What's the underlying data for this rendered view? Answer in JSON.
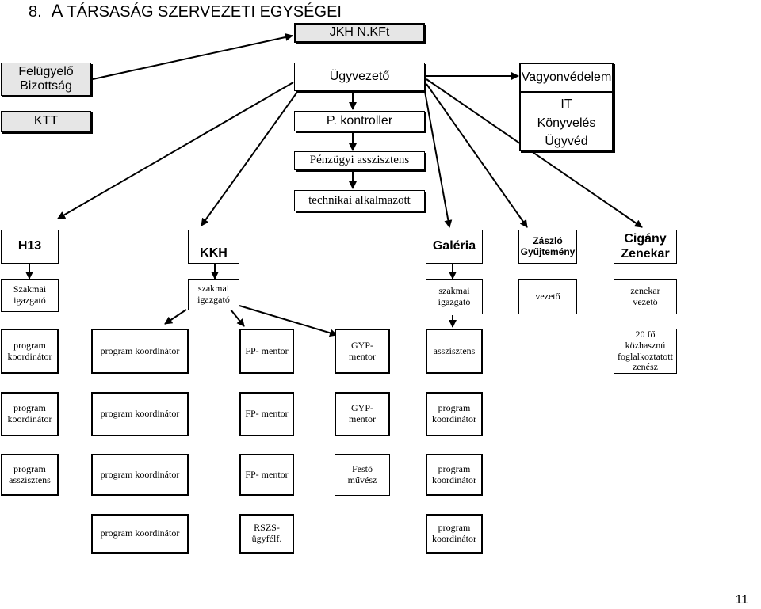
{
  "title": {
    "number": "8.",
    "first_letter": "A",
    "rest": "TÁRSASÁG SZERVEZETI EGYSÉGEI"
  },
  "top": {
    "jkh": "JKH N.KFt",
    "felugyelo": "Felügyelő\nBizottság",
    "ktt": "KTT",
    "ugyvezeto": "Ügyvezető",
    "kontroller": "P. kontroller",
    "penzugyi": "Pénzügyi asszisztens",
    "technikai": "technikai alkalmazott",
    "right_group": [
      "Vagyonvédelem",
      "IT",
      "Könyvelés",
      "Ügyvéd"
    ]
  },
  "units": {
    "h13": "H13",
    "kkh": "KKH",
    "galeria": "Galéria",
    "zaszlo": "Zászló\nGyűjtemény",
    "cigany": "Cigány\nZenekar"
  },
  "leaders": {
    "h13": "Szakmai\nigazgató",
    "kkh": "szakmai\nigazgató",
    "galeria": "szakmai\nigazgató",
    "zaszlo": "vezető",
    "cigany": "zenekar\nvezető"
  },
  "row1": [
    "program\nkoordinátor",
    "program koordinátor",
    "FP- mentor",
    "GYP-\nmentor",
    "asszisztens",
    "20  fő\nközhasznú\nfoglalkoztatott\nzenész"
  ],
  "row2": [
    "program\nkoordinátor",
    "program koordinátor",
    "FP- mentor",
    "GYP-\nmentor",
    "program\nkoordinátor"
  ],
  "row3": [
    "program\nasszisztens",
    "program koordinátor",
    "FP- mentor",
    "Festő\nművész",
    "program\nkoordinátor"
  ],
  "row4": [
    "program koordinátor",
    "RSZS-\nügyfélf.",
    "program\nkoordinátor"
  ],
  "page_number": "11"
}
